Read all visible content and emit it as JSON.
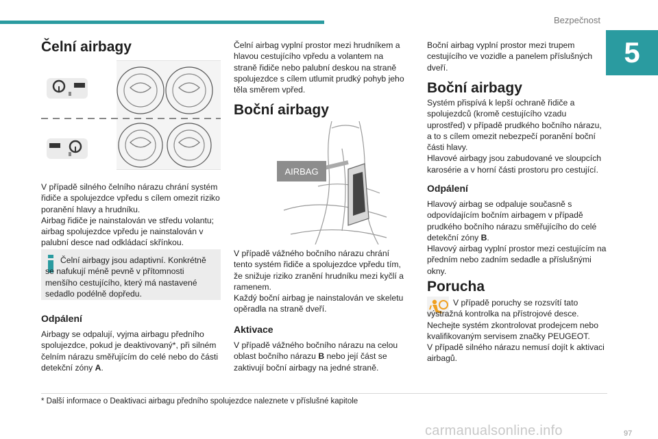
{
  "header": {
    "chapter_title": "Bezpečnost",
    "chapter_number": "5",
    "page_number": "97"
  },
  "col1": {
    "title": "Čelní airbagy",
    "para1": "V případě silného čelního nárazu chrání systém řidiče a spolujezdce vpředu s cílem omezit riziko poranění hlavy a hrudníku.",
    "para2": "Airbag řidiče je nainstalován ve středu volantu; airbag spolujezdce vpředu je nainstalován v palubní desce nad odkládací skřínkou.",
    "info": "Čelní airbagy jsou adaptivní. Konkrétně se nafukují méně pevně v přítomnosti menšího cestujícího, který má nastavené sedadlo podélně dopředu.",
    "sub_title": "Odpálení",
    "sub_para": "Airbagy se odpalují, vyjma airbagu předního spolujezdce, pokud je deaktivovaný*, při silném čelním nárazu směřujícím do celé nebo do části detekční zóny",
    "sub_para_zone": "A",
    "sub_para_end": "."
  },
  "col2": {
    "intro": "Čelní airbag vyplní prostor mezi hrudníkem a hlavou cestujícího vpředu a volantem na straně řidiče nebo palubní deskou na straně spolujezdce s cílem utlumit prudký pohyb jeho těla směrem vpřed.",
    "title": "Boční airbagy",
    "image_label": "AIRBAG",
    "para1": "V případě vážného bočního nárazu chrání tento systém řidiče a spolujezdce vpředu tím, že snižuje riziko zranění hrudníku mezi kyčlí a ramenem.",
    "para2": "Každý boční airbag je nainstalován ve skeletu opěradla na straně dveří.",
    "sub_title": "Aktivace",
    "sub_para": "V případě vážného bočního nárazu na celou oblast bočního nárazu",
    "sub_para_zone": "B",
    "sub_para_end": " nebo její část se zaktivují boční airbagy na jedné straně."
  },
  "col3": {
    "intro": "Boční airbag vyplní prostor mezi trupem cestujícího ve vozidle a panelem příslušných dveří.",
    "title": "Boční airbagy",
    "para1": "Systém přispívá k lepší ochraně řidiče a spolujezdců (kromě cestujícího vzadu uprostřed) v případě prudkého bočního nárazu, a to s cílem omezit nebezpečí poranění boční části hlavy.",
    "para2": "Hlavové airbagy jsou zabudované ve sloupcích karosérie a v horní části prostoru pro cestující.",
    "sub_title": "Odpálení",
    "sub_para1": "Hlavový airbag se odpaluje současně s odpovídajícím bočním airbagem v případě prudkého bočního nárazu směřujícího do celé detekční zóny",
    "sub_para1_zone": "B",
    "sub_para1_end": ".",
    "sub_para2": "Hlavový airbag vyplní prostor mezi cestujícím na předním nebo zadním sedadle a příslušnými okny.",
    "fault_title": "Porucha",
    "fault_para1": "V případě poruchy se rozsvítí tato výstražná kontrolka na přístrojové desce.",
    "fault_para2": "Nechejte systém zkontrolovat prodejcem nebo kvalifikovaným servisem značky PEUGEOT.",
    "fault_para3": "V případě silného nárazu nemusí dojít k aktivaci airbagů."
  },
  "footnote": "* Další informace o Deaktivaci airbagu předního spolujezdce naleznete v příslušné kapitole",
  "watermark": "carmanualsonline.info",
  "colors": {
    "accent": "#2a9ba0",
    "warning": "#f0a020"
  },
  "icons": [
    "info-icon",
    "airbag-warning-icon"
  ]
}
